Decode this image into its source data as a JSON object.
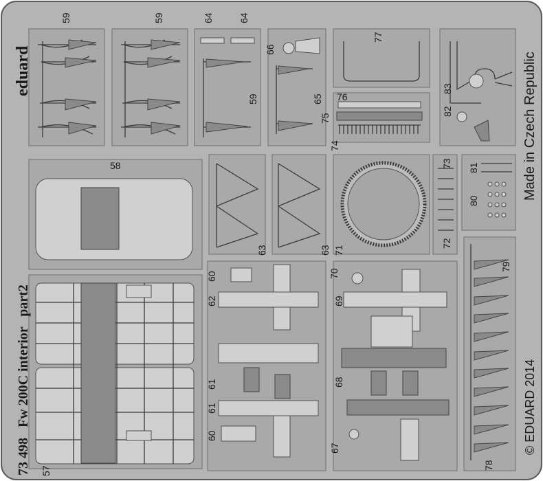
{
  "fret": {
    "brand": "eduard",
    "title": "73 498   Fw 200C interior   part2",
    "origin": "Made in Czech Republic",
    "copyright": "© EDUARD 2014",
    "part_numbers": {
      "p59a": "59",
      "p59b": "59",
      "p64a": "64",
      "p64b": "64",
      "p66": "66",
      "p77": "77",
      "p59c": "59",
      "p65": "65",
      "p75": "75",
      "p76": "76",
      "p74": "74",
      "p83": "83",
      "p82": "82",
      "p58": "58",
      "p73": "73",
      "p81": "81",
      "p80": "80",
      "p72": "72",
      "p71": "71",
      "p63a": "63",
      "p63b": "63",
      "p70": "70",
      "p79": "79",
      "p60a": "60",
      "p62": "62",
      "p69": "69",
      "p61a": "61",
      "p61b": "61",
      "p68": "68",
      "p60b": "60",
      "p67": "67",
      "p57": "57",
      "p78": "78"
    }
  }
}
